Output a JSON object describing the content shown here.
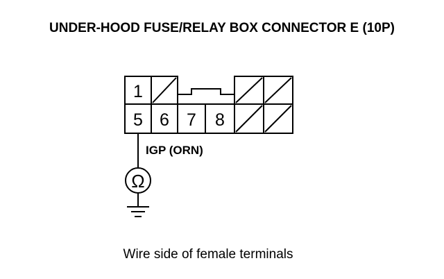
{
  "title": "UNDER-HOOD FUSE/RELAY BOX CONNECTOR E (10P)",
  "connector": {
    "top_row": [
      "1",
      ""
    ],
    "bottom_row": [
      "5",
      "6",
      "7",
      "8"
    ]
  },
  "wire_label": "IGP (ORN)",
  "meter_symbol": "Ω",
  "caption": "Wire side of female terminals"
}
